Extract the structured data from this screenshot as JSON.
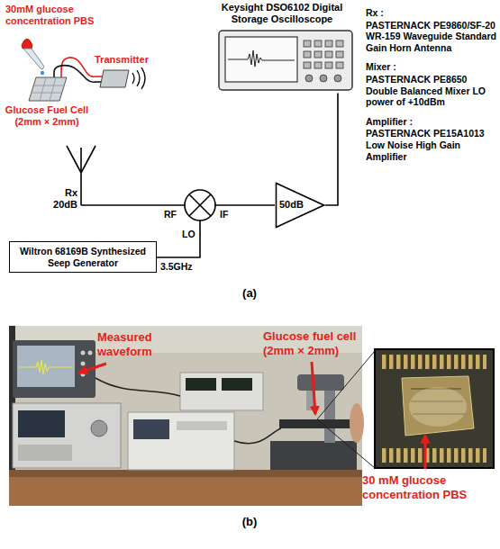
{
  "diagram": {
    "nodes": [
      {
        "text": [
          "Keysight DSO6102 Digital Storage Oscilloscope"
        ]
      },
      {
        "text": [
          "Transmitter"
        ]
      },
      {
        "text": [
          "Glucose Fuel Cell (2mm × 2mm)"
        ]
      },
      {
        "text": [
          "50dB"
        ]
      },
      {
        "text": [
          "Wiltron 68169B Synthesized Seep Generator"
        ]
      }
    ],
    "edges": [
      {
        "from": 2,
        "to": 1,
        "arrow": "none"
      },
      {
        "from": 2,
        "to": 1,
        "arrow": "none"
      },
      {
        "from": 3,
        "to": 0,
        "arrow": "none"
      }
    ],
    "labels": [
      "30mM glucose concentration PBS",
      "Rx :",
      "PASTERNACK PE9860/SF-20 WR-159 Waveguide Standard Gain Horn Antenna",
      "Mixer :",
      "PASTERNACK PE8650 Double Balanced Mixer LO power of +10dBm",
      "Amplifier :",
      "PASTERNACK PE15A1013 Low Noise High Gain Amplifier",
      "Rx 20dB",
      "RF",
      "IF",
      "LO",
      "3.5GHz",
      "(a)",
      "Measured waveform",
      "Glucose fuel cell (2mm × 2mm)",
      "30 mM glucose concentration PBS",
      "(b)"
    ]
  }
}
